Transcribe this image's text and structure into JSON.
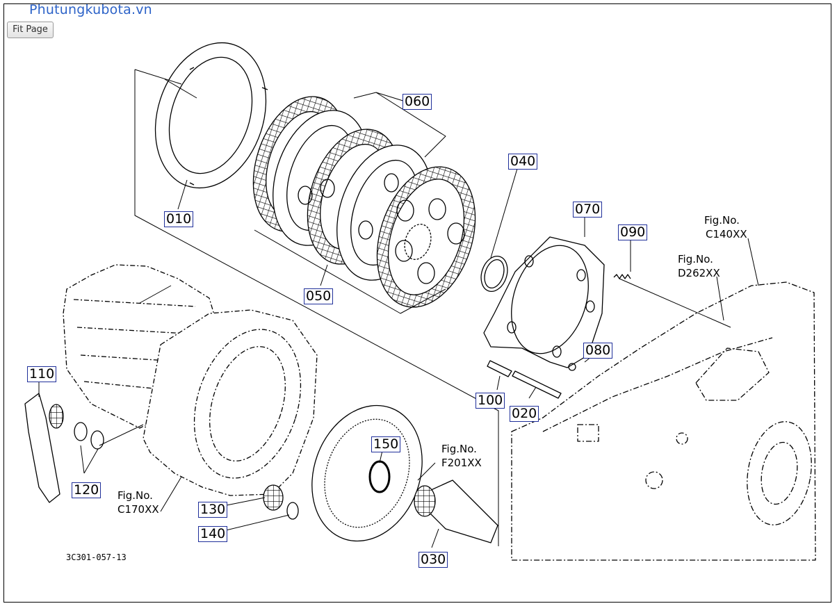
{
  "site": {
    "name": "Phutungkubota.vn"
  },
  "toolbar": {
    "fit_label": "Fit Page"
  },
  "drawing_code": "3C301-057-13",
  "parts": [
    "010",
    "020",
    "030",
    "040",
    "050",
    "060",
    "070",
    "080",
    "090",
    "100",
    "110",
    "120",
    "130",
    "140",
    "150"
  ],
  "figure_refs": [
    {
      "prefix": "Fig.No.",
      "code": "C140XX"
    },
    {
      "prefix": "Fig.No.",
      "code": "D262XX"
    },
    {
      "prefix": "Fig.No.",
      "code": "F201XX"
    },
    {
      "prefix": "Fig.No.",
      "code": "C170XX"
    }
  ],
  "colors": {
    "link": "#2d63c8",
    "label_border": "#1f2f9a",
    "line": "#000000"
  }
}
